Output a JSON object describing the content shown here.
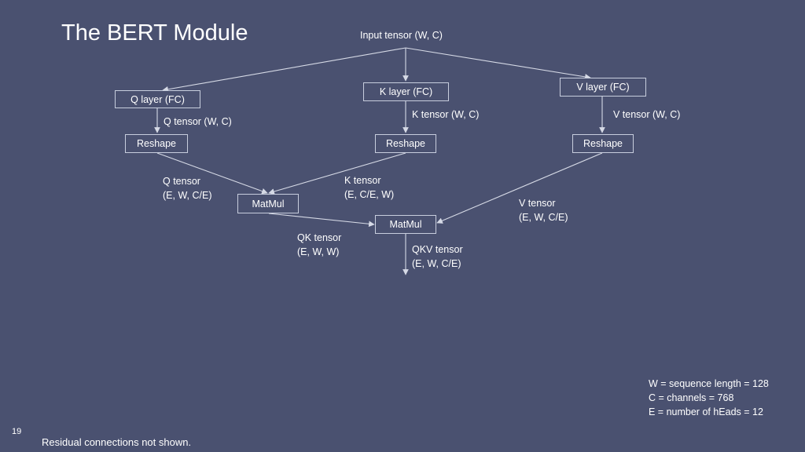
{
  "title": "The BERT Module",
  "input_label": "Input tensor (W, C)",
  "boxes": {
    "q_layer": "Q layer (FC)",
    "k_layer": "K layer (FC)",
    "v_layer": "V layer (FC)",
    "reshape_q": "Reshape",
    "reshape_k": "Reshape",
    "reshape_v": "Reshape",
    "matmul_qk": "MatMul",
    "matmul_qkv": "MatMul"
  },
  "labels": {
    "q_tensor_wc": "Q tensor (W, C)",
    "k_tensor_wc": "K tensor (W, C)",
    "v_tensor_wc": "V tensor (W, C)",
    "q_tensor_line1": "Q tensor",
    "q_tensor_line2": "(E, W, C/E)",
    "k_tensor_line1": "K tensor",
    "k_tensor_line2": "(E, C/E, W)",
    "v_tensor_line1": "V tensor",
    "v_tensor_line2": "(E, W, C/E)",
    "qk_tensor_line1": "QK tensor",
    "qk_tensor_line2": "(E, W, W)",
    "qkv_tensor_line1": "QKV tensor",
    "qkv_tensor_line2": "(E, W, C/E)"
  },
  "legend": [
    "W = sequence length = 128",
    "C = channels = 768",
    "E = number of hEads = 12"
  ],
  "footnote": "Residual connections not shown.",
  "page_number": "19",
  "colors": {
    "background": "#4a5170",
    "lines": "#d6dae6",
    "text": "#ffffff"
  }
}
